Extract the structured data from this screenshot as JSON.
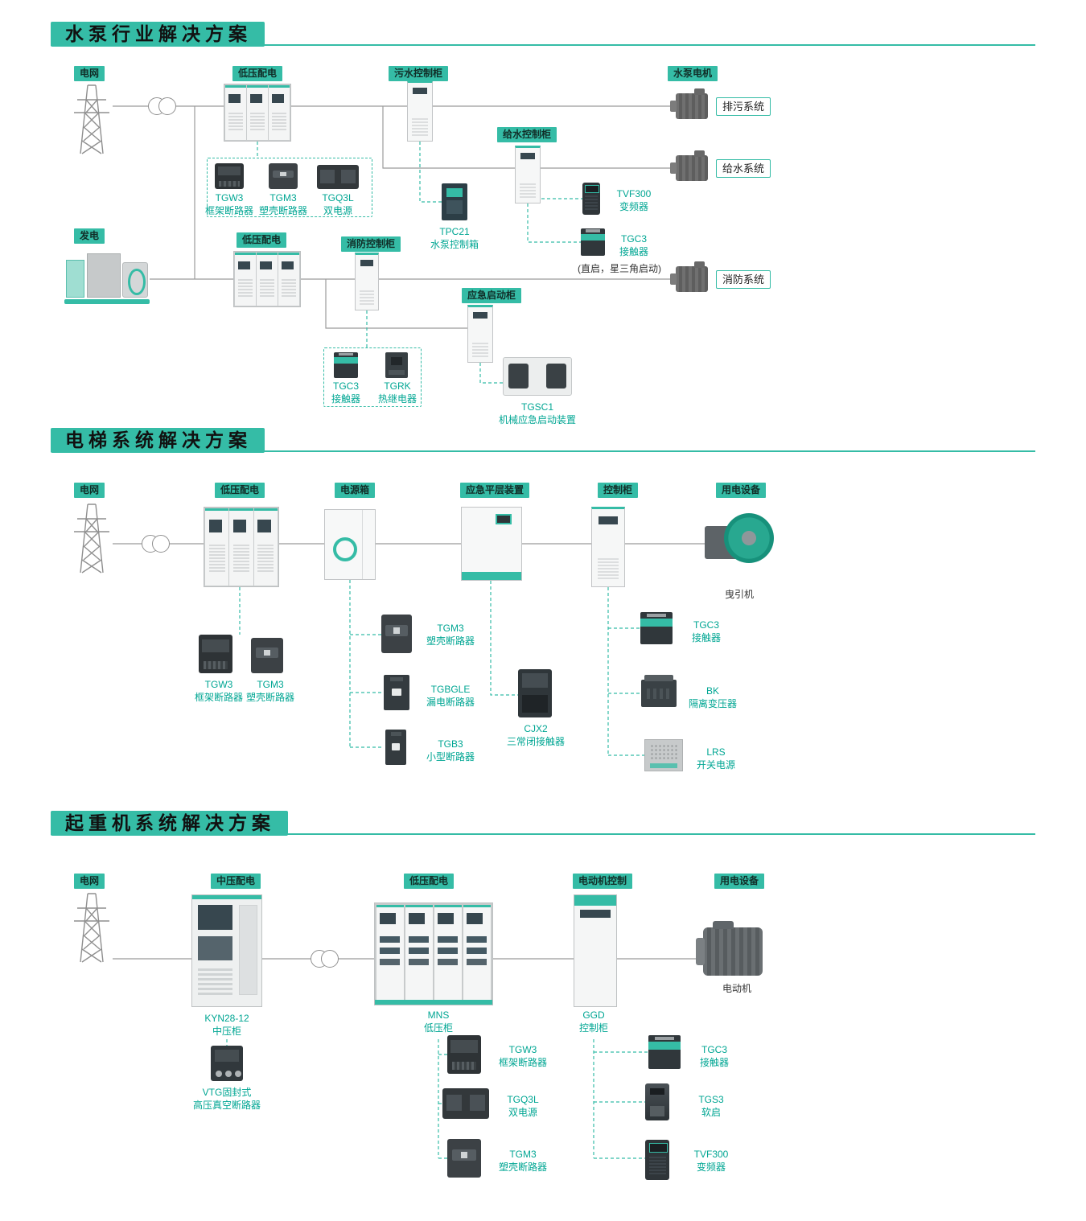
{
  "theme": {
    "accent_teal": "#35BCA6",
    "label_teal": "#00A693",
    "line_gray": "#9B9B9B",
    "header_text": "#111111"
  },
  "sections": {
    "pump": {
      "title": "水泵行业解决方案",
      "badges": {
        "grid": "电网",
        "lv1": "低压配电",
        "sewage": "污水控制柜",
        "pump_motor": "水泵电机",
        "water_supply": "给水控制柜",
        "generation": "发电",
        "lv2": "低压配电",
        "fire": "消防控制柜",
        "emergency": "应急启动柜"
      },
      "systems": {
        "drain": "排污系统",
        "supply": "给水系统",
        "fire": "消防系统"
      },
      "note_start_mode": "(直启，星三角启动)",
      "components": {
        "tgw3": {
          "name": "TGW3",
          "desc": "框架断路器"
        },
        "tgm3": {
          "name": "TGM3",
          "desc": "塑壳断路器"
        },
        "tgq3l": {
          "name": "TGQ3L",
          "desc": "双电源"
        },
        "tpc21": {
          "name": "TPC21",
          "desc": "水泵控制箱"
        },
        "tvf300": {
          "name": "TVF300",
          "desc": "变频器"
        },
        "tgc3_vfd": {
          "name": "TGC3",
          "desc": "接触器"
        },
        "tgc3_fire": {
          "name": "TGC3",
          "desc": "接触器"
        },
        "tgrk": {
          "name": "TGRK",
          "desc": "热继电器"
        },
        "tgsc1": {
          "name": "TGSC1",
          "desc": "机械应急启动装置"
        }
      }
    },
    "elevator": {
      "title": "电梯系统解决方案",
      "badges": {
        "grid": "电网",
        "lv": "低压配电",
        "power_box": "电源箱",
        "leveling": "应急平层装置",
        "control": "控制柜",
        "load": "用电设备"
      },
      "labels": {
        "traction_machine": "曳引机"
      },
      "components": {
        "tgw3": {
          "name": "TGW3",
          "desc": "框架断路器"
        },
        "tgm3_lv": {
          "name": "TGM3",
          "desc": "塑壳断路器"
        },
        "tgm3_box": {
          "name": "TGM3",
          "desc": "塑壳断路器"
        },
        "tgbgle": {
          "name": "TGBGLE",
          "desc": "漏电断路器"
        },
        "tgb3": {
          "name": "TGB3",
          "desc": "小型断路器"
        },
        "cjx2": {
          "name": "CJX2",
          "desc": "三常闭接触器"
        },
        "tgc3": {
          "name": "TGC3",
          "desc": "接触器"
        },
        "bk": {
          "name": "BK",
          "desc": "隔离变压器"
        },
        "lrs": {
          "name": "LRS",
          "desc": "开关电源"
        }
      }
    },
    "crane": {
      "title": "起重机系统解决方案",
      "badges": {
        "grid": "电网",
        "mv": "中压配电",
        "lv": "低压配电",
        "motor_control": "电动机控制",
        "load": "用电设备"
      },
      "labels": {
        "motor": "电动机"
      },
      "components": {
        "kyn28": {
          "name": "KYN28-12",
          "desc": "中压柜"
        },
        "vtg": {
          "name": "VTG固封式",
          "desc": "高压真空断路器"
        },
        "mns": {
          "name": "MNS",
          "desc": "低压柜"
        },
        "tgw3": {
          "name": "TGW3",
          "desc": "框架断路器"
        },
        "tgq3l": {
          "name": "TGQ3L",
          "desc": "双电源"
        },
        "tgm3": {
          "name": "TGM3",
          "desc": "塑壳断路器"
        },
        "ggd": {
          "name": "GGD",
          "desc": "控制柜"
        },
        "tgc3": {
          "name": "TGC3",
          "desc": "接触器"
        },
        "tgs3": {
          "name": "TGS3",
          "desc": "软启"
        },
        "tvf300": {
          "name": "TVF300",
          "desc": "变频器"
        }
      }
    }
  }
}
